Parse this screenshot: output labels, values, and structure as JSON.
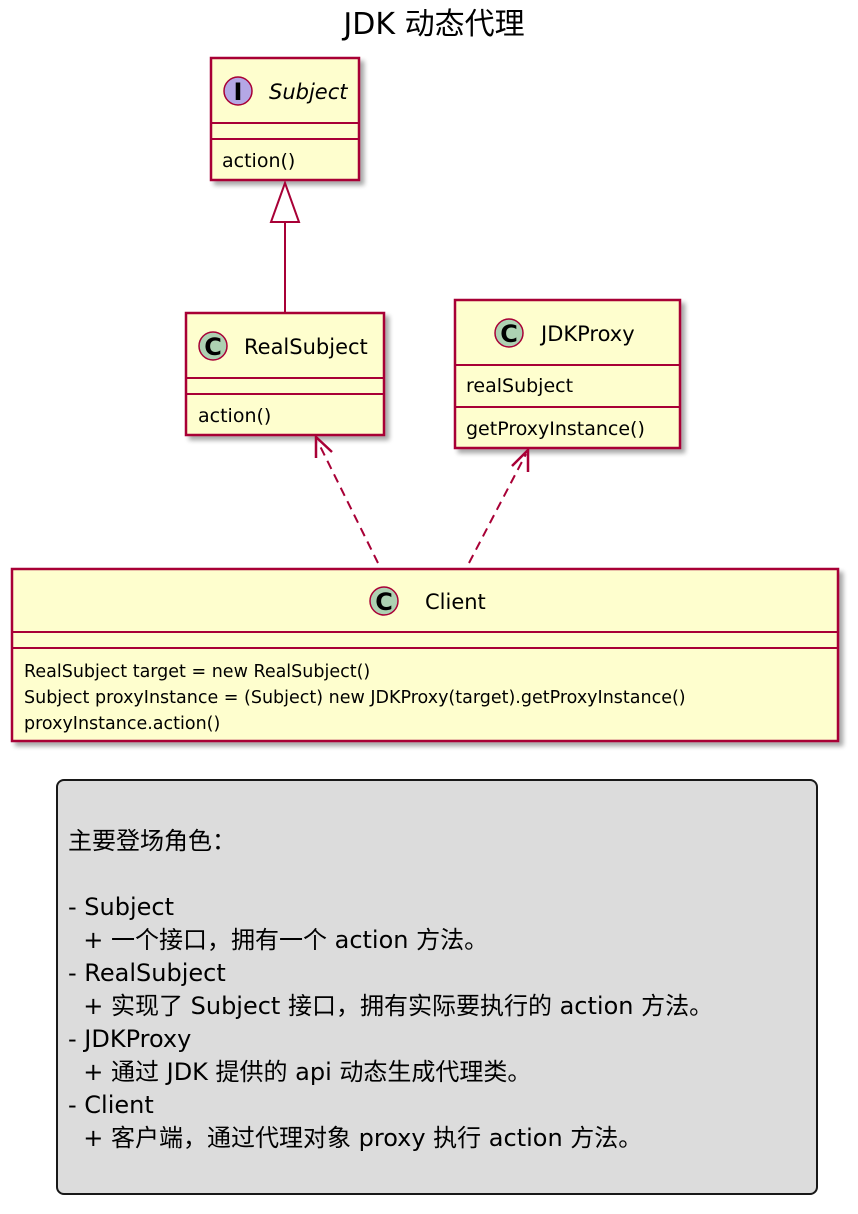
{
  "title": "JDK 动态代理",
  "classes": {
    "subject": {
      "stereotype": "I",
      "name": "Subject",
      "methods": [
        "action()"
      ]
    },
    "realsubject": {
      "stereotype": "C",
      "name": "RealSubject",
      "methods": [
        "action()"
      ]
    },
    "jdkproxy": {
      "stereotype": "C",
      "name": "JDKProxy",
      "fields": [
        "realSubject"
      ],
      "methods": [
        "getProxyInstance()"
      ]
    },
    "client": {
      "stereotype": "C",
      "name": "Client",
      "methods": [
        "RealSubject target = new RealSubject()",
        "Subject proxyInstance = (Subject) new JDKProxy(target).getProxyInstance()",
        "proxyInstance.action()"
      ]
    }
  },
  "note": {
    "lines": [
      "主要登场角色：",
      "",
      "- Subject",
      "  + 一个接口，拥有一个 action 方法。",
      "- RealSubject",
      "  + 实现了 Subject 接口，拥有实际要执行的 action 方法。",
      "- JDKProxy",
      "  + 通过 JDK 提供的 api 动态生成代理类。",
      "- Client",
      "  + 客户端，通过代理对象 proxy 执行 action 方法。"
    ]
  },
  "colors": {
    "class_fill": "#fefece",
    "class_border": "#a80036",
    "interface_badge": "#b4a7e5",
    "class_badge": "#add1b2",
    "note_fill": "#dcdcdc"
  }
}
